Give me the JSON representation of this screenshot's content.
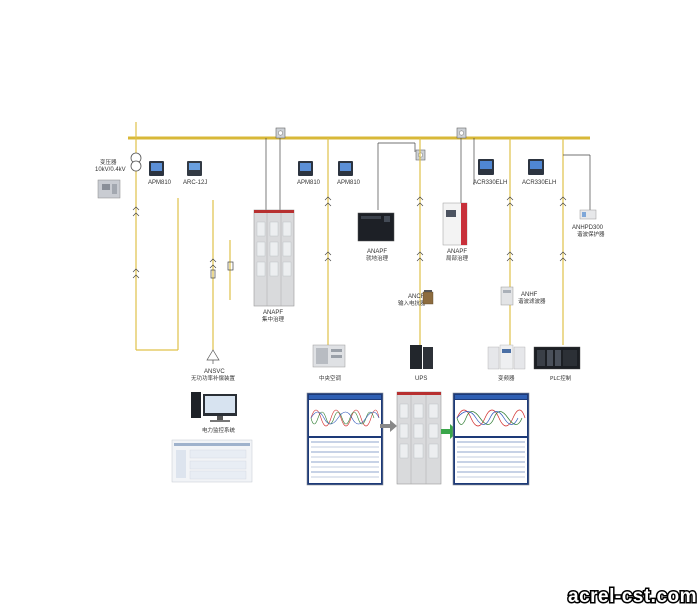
{
  "transformer": {
    "name": "变压器",
    "spec": "10kV/0.4kV"
  },
  "meters": {
    "apm810_left": "APM810",
    "arc12j": "ARC-12J",
    "apm810_mid1": "APM810",
    "apm810_mid2": "APM810",
    "acr330elh_1": "ACR330ELH",
    "acr330elh_2": "ACR330ELH"
  },
  "cabinet": {
    "model": "ANAPF",
    "desc": "集中治理"
  },
  "apf_rack": {
    "model": "ANAPF",
    "desc": "就地治理"
  },
  "apf_wall": {
    "model": "ANAPF",
    "desc": "局部治理"
  },
  "anhpd": {
    "model": "ANHPD300",
    "desc": "谐波保护器"
  },
  "ancr": {
    "model": "ANCR",
    "desc": "输入电抗器"
  },
  "anhf": {
    "model": "ANHF",
    "desc": "谐波滤波器"
  },
  "ansvc": {
    "model": "ANSVC",
    "desc": "无功功率补偿装置"
  },
  "loads": {
    "hvac": "中央空调",
    "ups": "UPS",
    "vfd": "变频器",
    "plc": "PLC控制"
  },
  "monitor": {
    "label": "电力监控系统"
  },
  "watermark": "acrel-cst.com",
  "colors": {
    "busbar": "#d8b838",
    "cable": "#e0c24a",
    "wire": "#444444",
    "screen_blue": "#2f5fb3",
    "arrow_gray": "#888888",
    "arrow_green": "#3aa64a"
  }
}
